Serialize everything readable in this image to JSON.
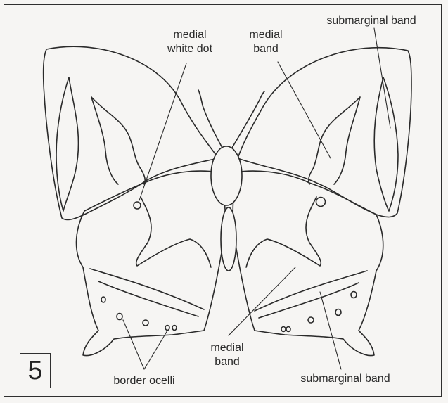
{
  "figure_number": "5",
  "labels": {
    "medial_white_dot": "medial\nwhite dot",
    "medial_band_top": "medial\nband",
    "submarginal_band_top": "submarginal band",
    "medial_band_bottom": "medial\nband",
    "border_ocelli": "border ocelli",
    "submarginal_band_bottom": "submarginal band"
  },
  "colors": {
    "line": "#2a2a2a",
    "background": "#f6f5f3"
  }
}
